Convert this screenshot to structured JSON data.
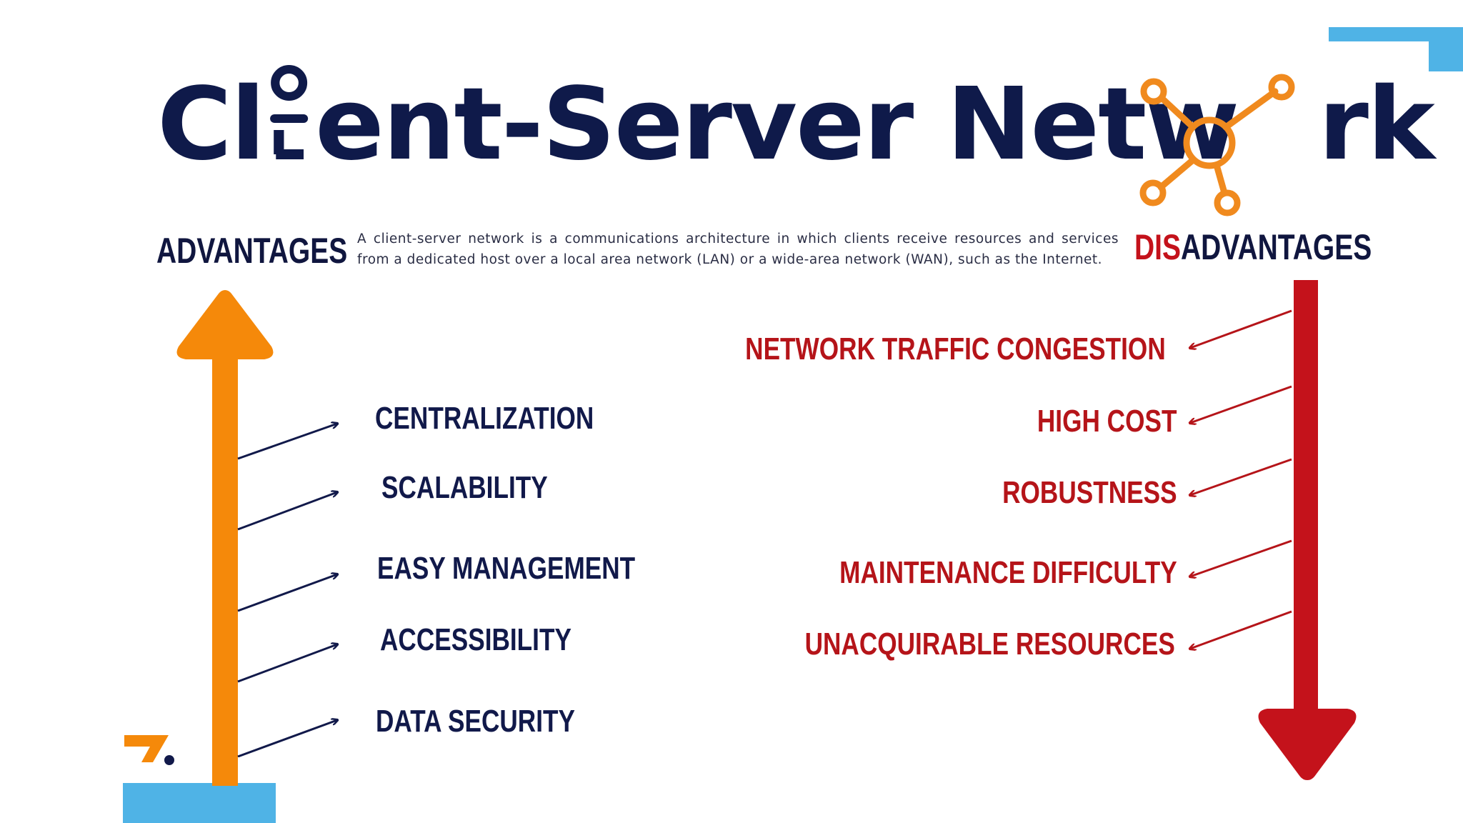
{
  "title": {
    "part1": "Cl",
    "part2": "ent-Server Netw",
    "part3": "rk"
  },
  "headers": {
    "advantages": "ADVANTAGES",
    "disadvantages_prefix": "DIS",
    "disadvantages_rest": "ADVANTAGES"
  },
  "description": "A client-server network is a communications architecture in which clients receive resources and services from a dedicated host over a local area network (LAN) or a wide-area network (WAN), such as the Internet.",
  "advantages": [
    "CENTRALIZATION",
    "SCALABILITY",
    "EASY MANAGEMENT",
    "ACCESSIBILITY",
    "DATA SECURITY"
  ],
  "disadvantages": [
    "NETWORK TRAFFIC CONGESTION",
    "HIGH COST",
    "ROBUSTNESS",
    "MAINTENANCE DIFFICULTY",
    "UNACQUIRABLE RESOURCES"
  ],
  "colors": {
    "navy": "#0f1a4a",
    "orange": "#f5890a",
    "red": "#c4121b",
    "accent_blue": "#4fb3e6"
  },
  "icons": {
    "title_i": "person-icon",
    "title_o": "network-hub-icon",
    "brand": "brand-logo-icon"
  }
}
